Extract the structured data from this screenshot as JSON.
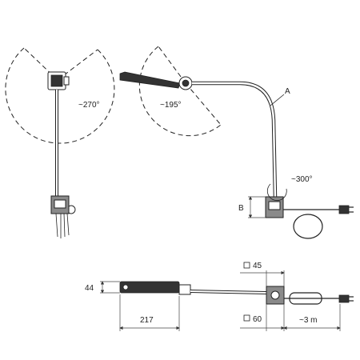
{
  "drawing": {
    "angles": {
      "left_swivel": "~270°",
      "head_tilt": "~195°",
      "base_rotation": "~300°"
    },
    "labels": {
      "arm": "A",
      "height": "B"
    },
    "dimensions": {
      "head_height": "44",
      "head_length": "217",
      "cable_length": "~3 m",
      "base_small": "45",
      "base_large": "60"
    }
  }
}
